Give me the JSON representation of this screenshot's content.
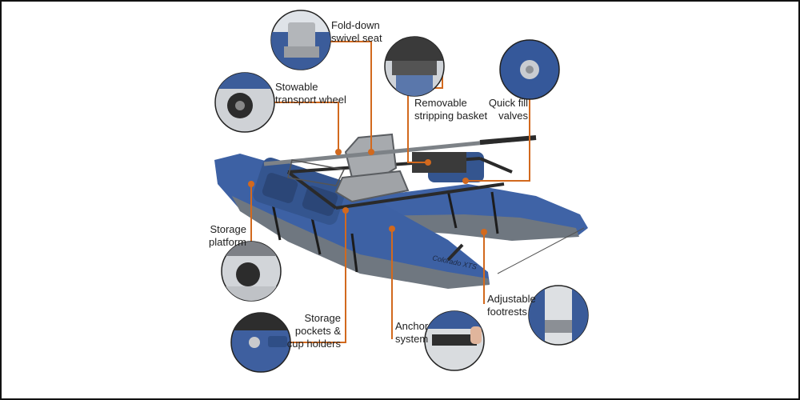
{
  "callouts": {
    "fold_down_seat": {
      "line1": "Fold-down",
      "line2": "swivel seat"
    },
    "stowable_wheel": {
      "line1": "Stowable",
      "line2": "transport wheel"
    },
    "stripping_basket": {
      "line1": "Removable",
      "line2": "stripping basket"
    },
    "quick_fill": {
      "line1": "Quick fill",
      "line2": "valves"
    },
    "storage_platform": {
      "line1": "Storage",
      "line2": "platform"
    },
    "storage_pockets": {
      "line1": "Storage",
      "line2": "pockets &",
      "line3": "cup holders"
    },
    "anchor_system": {
      "line1": "Anchor",
      "line2": "system"
    },
    "adjustable_footrests": {
      "line1": "Adjustable",
      "line2": "footrests"
    }
  },
  "boat_model_text": "Colorado XTS",
  "colors": {
    "callout_line": "#d2691e",
    "pontoon_blue": "#3f63a6",
    "pontoon_grey": "#707880",
    "seat_grey": "#a7aaae",
    "frame_dark": "#2a2a2a"
  }
}
